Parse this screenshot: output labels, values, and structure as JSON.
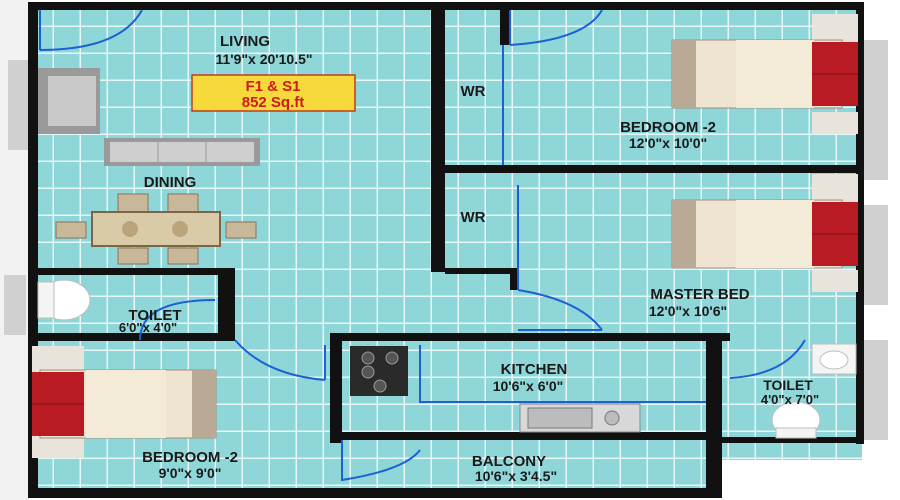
{
  "plan": {
    "badge": {
      "line1": "F1 & S1",
      "line2": "852 Sq.ft"
    },
    "rooms": {
      "living": {
        "name": "LIVING",
        "size": "11'9\"x 20'10.5\""
      },
      "dining": {
        "name": "DINING"
      },
      "bedroom2_top": {
        "name": "BEDROOM -2",
        "size": "12'0\"x 10'0\""
      },
      "master_bed": {
        "name": "MASTER BED",
        "size": "12'0\"x 10'6\""
      },
      "toilet_left": {
        "name": "TOILET",
        "size": "6'0\"x 4'0\""
      },
      "kitchen": {
        "name": "KITCHEN",
        "size": "10'6\"x 6'0\""
      },
      "toilet_right": {
        "name": "TOILET",
        "size": "4'0\"x 7'0\""
      },
      "bedroom2_bottom": {
        "name": "BEDROOM -2",
        "size": "9'0\"x 9'0\""
      },
      "balcony": {
        "name": "BALCONY",
        "size": "10'6\"x 3'4.5\""
      }
    },
    "wardrobes": {
      "wr1": "WR",
      "wr2": "WR"
    },
    "colors": {
      "floor": "#8fd6d8",
      "grid": "#e6f7f7",
      "wall": "#111111",
      "door": "#1d5fd6",
      "badge_fill": "#f6d93a",
      "badge_text": "#d11a1a",
      "bed_red": "#b81c22"
    }
  }
}
